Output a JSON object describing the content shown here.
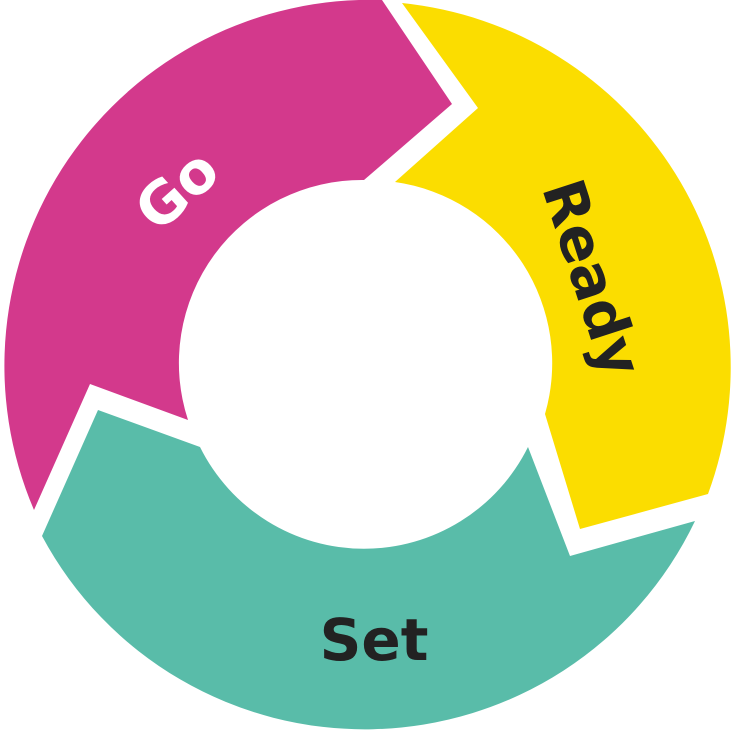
{
  "diagram": {
    "segments": [
      {
        "id": "go",
        "label": "Go",
        "color": "#d3398c",
        "text_color": "#ffffff"
      },
      {
        "id": "ready",
        "label": "Ready",
        "color": "#fbdd00",
        "text_color": "#222222"
      },
      {
        "id": "set",
        "label": "Set",
        "color": "#59bca9",
        "text_color": "#222222"
      }
    ]
  }
}
